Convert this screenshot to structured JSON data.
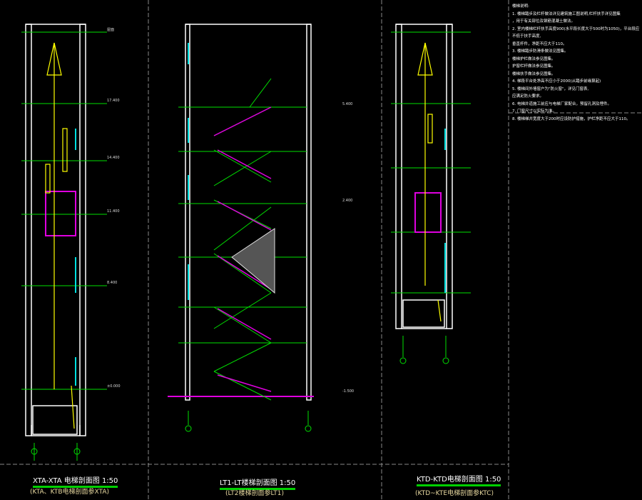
{
  "drawings": [
    {
      "title": "XTA-XTA 电梯剖面图 1:50",
      "subtitle": "(KTA、KTB电梯剖面参XTA)"
    },
    {
      "title": "LT1-LT楼梯剖面图 1:50",
      "subtitle": "(LT2楼梯剖面参LT1)"
    },
    {
      "title": "KTD-KTD电梯剖面图 1:50",
      "subtitle": "(KTD~KTE电梯剖面参KTC)"
    }
  ],
  "notes": {
    "heading": "楼梯说明:",
    "lines": [
      "1. 楼梯踏步及栏杆做法详见建筑施工图说明,栏杆扶手详见图集",
      "，用于有关部位及钢筋混凝土做法。",
      "2. 室内楼梯栏杆扶手高度900(水平段长度大于500时为1050)，平台段应不低于扶手高度,",
      "垂直杆件，净距不应大于110。",
      "3. 楼梯踏步防滑条做法见图集。",
      "楼梯护栏做法参见图集。",
      "护窗栏杆做法参见图集。",
      "楼梯扶手做法参见图集。",
      "4. 梯段平台处净高不应小于2000(从踏步前缘算起)",
      "5. 楼梯间外墙窗户为\"防火窗\"，详见门窗表,",
      "应满足防火要求。",
      "6. 电梯井道施工前应与电梯厂家配合，预留孔洞及埋件。",
      "7. 门窗尺寸以实际为准。",
      "8. 楼梯梯井宽度大于200时应设防护措施，护栏净距不应大于110。"
    ]
  },
  "levels": [
    "屋面",
    "17.400",
    "14.400",
    "11.400",
    "8.400",
    "5.400",
    "2.400",
    "±0.000",
    "-1.500"
  ],
  "colors": {
    "wall": "#ffffff",
    "floor": "#00e000",
    "stair": "#e000e0",
    "rail": "#ffff00",
    "window": "#00e0e0",
    "divider": "#888888"
  }
}
